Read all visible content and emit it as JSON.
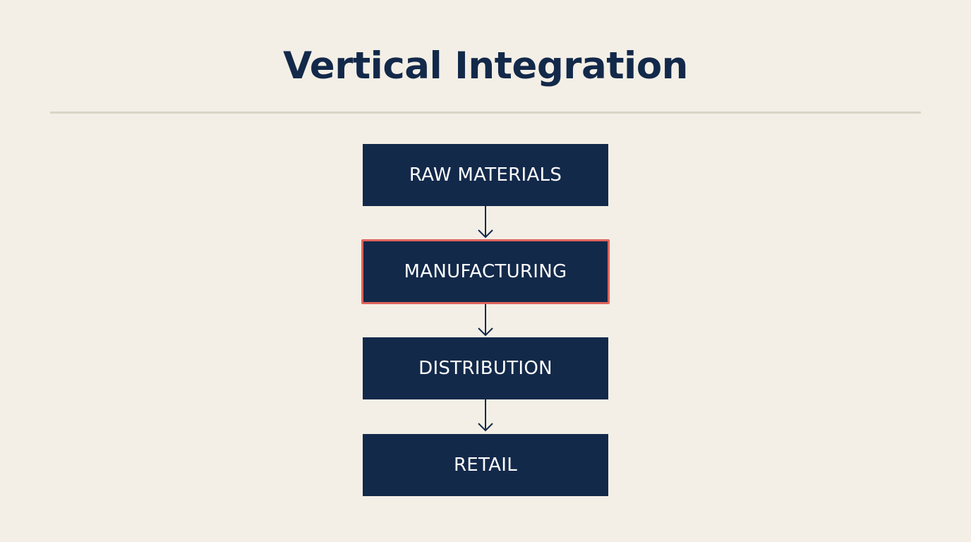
{
  "title": "Vertical Integration",
  "stages": [
    {
      "label": "RAW MATERIALS"
    },
    {
      "label": "MANUFACTURING"
    },
    {
      "label": "DISTRIBUTION"
    },
    {
      "label": "RETAIL"
    }
  ],
  "colors": {
    "background": "#f3efe6",
    "box": "#13294a",
    "highlight_border": "#e0645c",
    "divider": "#d9d4c7"
  }
}
